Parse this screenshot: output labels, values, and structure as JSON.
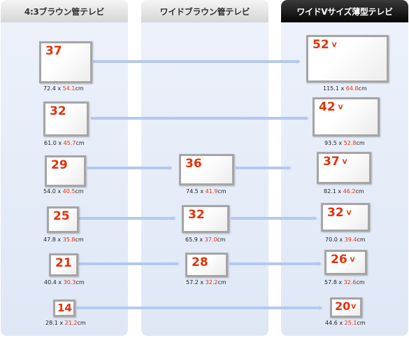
{
  "columns": [
    {
      "header": "4:3ブラウン管テレビ"
    },
    {
      "header": "ワイドブラウン管テレビ"
    },
    {
      "header": "ワイドVサイズ薄型テレビ"
    }
  ],
  "sets": {
    "c43_37": {
      "size": "37",
      "w": "72.4",
      "h": "54.1"
    },
    "c43_32": {
      "size": "32",
      "w": "61.0",
      "h": "45.7"
    },
    "c43_29": {
      "size": "29",
      "w": "54.0",
      "h": "40.5"
    },
    "c43_25": {
      "size": "25",
      "w": "47.8",
      "h": "35.8"
    },
    "c43_21": {
      "size": "21",
      "w": "40.4",
      "h": "30.3"
    },
    "c43_14": {
      "size": "14",
      "w": "28.1",
      "h": "21.2"
    },
    "wide_36": {
      "size": "36",
      "w": "74.5",
      "h": "41.9"
    },
    "wide_32": {
      "size": "32",
      "w": "65.9",
      "h": "37.0"
    },
    "wide_28": {
      "size": "28",
      "w": "57.2",
      "h": "32.2"
    },
    "flat_52": {
      "size": "52",
      "w": "115.1",
      "h": "64.8"
    },
    "flat_42": {
      "size": "42",
      "w": "93.5",
      "h": "52.8"
    },
    "flat_37": {
      "size": "37",
      "w": "82.1",
      "h": "46.2"
    },
    "flat_32": {
      "size": "32",
      "w": "70.0",
      "h": "39.4"
    },
    "flat_26": {
      "size": "26",
      "w": "57.8",
      "h": "32.6"
    },
    "flat_20": {
      "size": "20",
      "w": "44.6",
      "h": "25.1"
    }
  },
  "labels": {
    "v_mark": "V",
    "times": " x ",
    "unit": "cm"
  }
}
